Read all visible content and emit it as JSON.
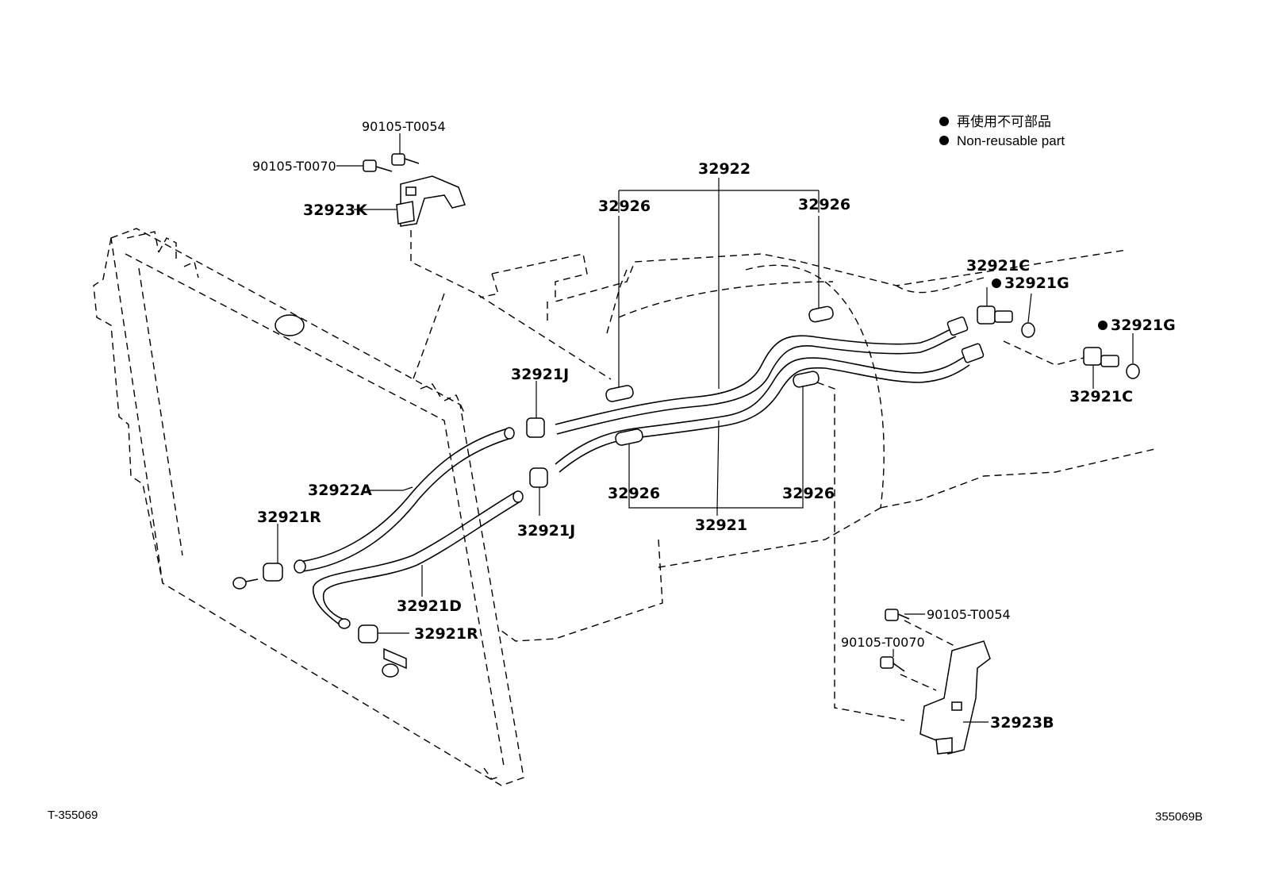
{
  "legend": {
    "line_jp": "再使用不可部品",
    "line_en": "Non-reusable part"
  },
  "labels": {
    "bolt_top_1": "90105-T0054",
    "bolt_top_2": "90105-T0070",
    "bracket_top": "32923K",
    "tube_upper_assy": "32922",
    "grommet_ul": "32926",
    "grommet_ur": "32926",
    "fitting_c1": "32921C",
    "gasket_g1": "32921G",
    "gasket_g2": "32921G",
    "fitting_c2": "32921C",
    "clamp_j1": "32921J",
    "hose_a": "32922A",
    "clamp_r1": "32921R",
    "clamp_j2": "32921J",
    "grommet_ll": "32926",
    "grommet_lr": "32926",
    "tube_lower_assy": "32921",
    "hose_d": "32921D",
    "clamp_r2": "32921R",
    "bolt_bottom_1": "90105-T0054",
    "bolt_bottom_2": "90105-T0070",
    "bracket_bottom": "32923B"
  },
  "codes": {
    "left": "T-355069",
    "right": "355069B"
  }
}
